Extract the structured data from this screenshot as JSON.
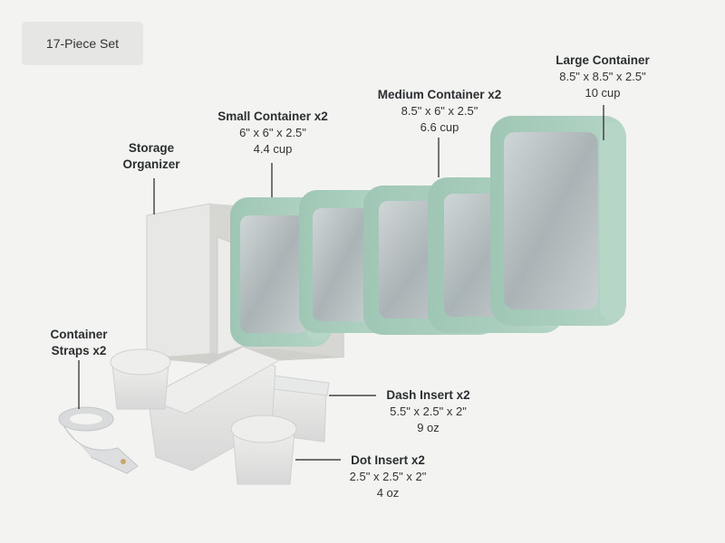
{
  "badge": {
    "text": "17-Piece Set"
  },
  "labels": {
    "large": {
      "title": "Large Container",
      "dims": "8.5\" x 8.5\" x 2.5\"",
      "volume": "10 cup"
    },
    "medium": {
      "title": "Medium Container x2",
      "dims": "8.5\" x 6\" x 2.5\"",
      "volume": "6.6 cup"
    },
    "small": {
      "title": "Small Container x2",
      "dims": "6\" x 6\" x 2.5\"",
      "volume": "4.4 cup"
    },
    "organizer": {
      "line1": "Storage",
      "line2": "Organizer"
    },
    "straps": {
      "line1": "Container",
      "line2": "Straps x2"
    },
    "dash": {
      "title": "Dash Insert x2",
      "dims": "5.5\" x 2.5\" x 2\"",
      "volume": "9 oz"
    },
    "dot": {
      "title": "Dot Insert x2",
      "dims": "2.5\" x 2.5\" x 2\"",
      "volume": "4 oz"
    }
  },
  "colors": {
    "background": "#f3f3f1",
    "lid_green": "#a9cdbd",
    "lid_green_dark": "#8fb9a6",
    "glass": "#b9c2c4",
    "organizer_gray": "#e4e4e2",
    "insert_gray": "#e2e4e4"
  }
}
